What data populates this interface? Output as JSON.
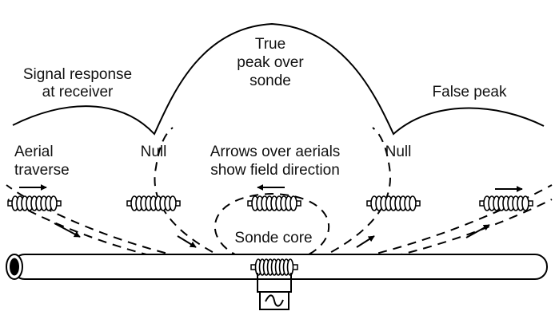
{
  "labels": {
    "signal_response": [
      "Signal response",
      "at receiver"
    ],
    "true_peak": [
      "True",
      "peak over",
      "sonde"
    ],
    "false_peak": "False peak",
    "aerial_traverse": [
      "Aerial",
      "traverse"
    ],
    "null_left": "Null",
    "null_right": "Null",
    "arrows_note": [
      "Arrows over aerials",
      "show field direction"
    ],
    "sonde_core": "Sonde core"
  }
}
